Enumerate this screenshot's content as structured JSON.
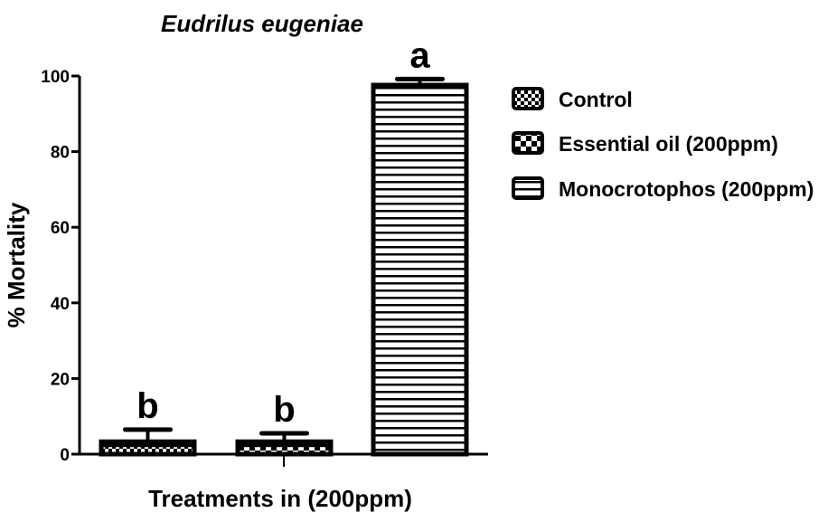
{
  "chart_data": {
    "type": "bar",
    "title": "Eudrilus eugeniae",
    "xlabel": "Treatments in (200ppm)",
    "ylabel": "% Mortality",
    "ylim": [
      0,
      100
    ],
    "yticks": [
      0,
      20,
      40,
      60,
      80,
      100
    ],
    "grid": false,
    "legend_position": "right",
    "categories": [
      "Control",
      "Essential oil (200ppm)",
      "Monocrotophos (200ppm)"
    ],
    "values": [
      3.3,
      3.3,
      97.6
    ],
    "error": [
      3.2,
      2.2,
      1.6
    ],
    "significance_labels": [
      "b",
      "b",
      "a"
    ],
    "patterns": [
      "checker-fine",
      "checker-coarse",
      "horizontal-lines"
    ],
    "colors": {
      "ink": "#000000",
      "background": "#ffffff"
    },
    "legend": [
      {
        "label": "Control",
        "pattern": "checker-fine"
      },
      {
        "label": "Essential oil (200ppm)",
        "pattern": "checker-coarse"
      },
      {
        "label": "Monocrotophos (200ppm)",
        "pattern": "horizontal-lines"
      }
    ]
  }
}
